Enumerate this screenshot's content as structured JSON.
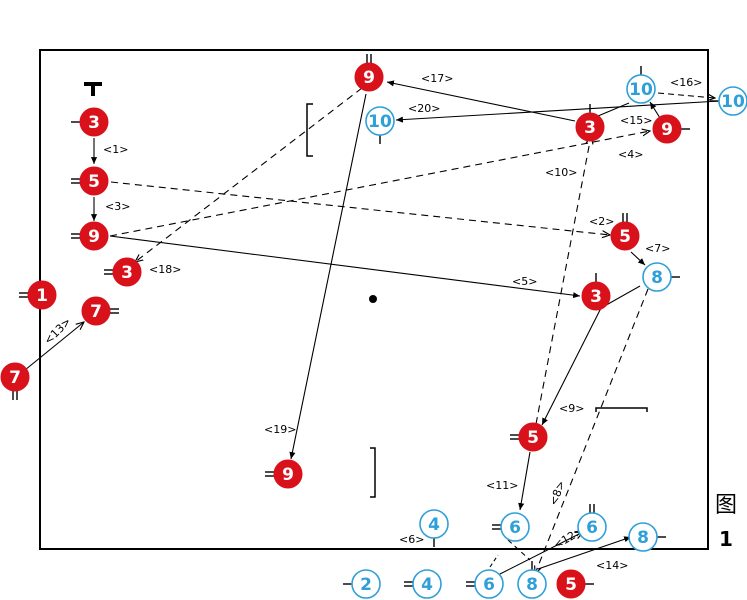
{
  "caption": {
    "char": "图",
    "number": "1"
  },
  "colors": {
    "red": "#d9111b",
    "blue": "#2f9fd8",
    "line": "#000000"
  },
  "players": {
    "r3a": {
      "label": "3",
      "team": "red"
    },
    "r5a": {
      "label": "5",
      "team": "red"
    },
    "r9a": {
      "label": "9",
      "team": "red"
    },
    "r3b": {
      "label": "3",
      "team": "red"
    },
    "r1": {
      "label": "1",
      "team": "red"
    },
    "r7a": {
      "label": "7",
      "team": "red"
    },
    "r7b": {
      "label": "7",
      "team": "red"
    },
    "r9top": {
      "label": "9",
      "team": "red"
    },
    "b10a": {
      "label": "10",
      "team": "blue"
    },
    "b10b": {
      "label": "10",
      "team": "blue"
    },
    "b10c": {
      "label": "10",
      "team": "blue"
    },
    "r3c": {
      "label": "3",
      "team": "red"
    },
    "r9b": {
      "label": "9",
      "team": "red"
    },
    "r5b": {
      "label": "5",
      "team": "red"
    },
    "b8a": {
      "label": "8",
      "team": "blue"
    },
    "r3d": {
      "label": "3",
      "team": "red"
    },
    "r5c": {
      "label": "5",
      "team": "red"
    },
    "r9c": {
      "label": "9",
      "team": "red"
    },
    "b4a": {
      "label": "4",
      "team": "blue"
    },
    "b4b": {
      "label": "4",
      "team": "blue"
    },
    "b6a": {
      "label": "6",
      "team": "blue"
    },
    "b6b": {
      "label": "6",
      "team": "blue"
    },
    "b6c": {
      "label": "6",
      "team": "blue"
    },
    "b8b": {
      "label": "8",
      "team": "blue"
    },
    "b8c": {
      "label": "8",
      "team": "blue"
    },
    "r5d": {
      "label": "5",
      "team": "red"
    },
    "b2": {
      "label": "2",
      "team": "blue"
    }
  },
  "labels": {
    "l1": "<1>",
    "l2": "<2>",
    "l3": "<3>",
    "l4": "<4>",
    "l5": "<5>",
    "l6": "<6>",
    "l7": "<7>",
    "l8": "<8>",
    "l9": "<9>",
    "l10": "<10>",
    "l11": "<11>",
    "l12": "<12>",
    "l13": "<13>",
    "l14": "<14>",
    "l15": "<15>",
    "l16": "<16>",
    "l17": "<17>",
    "l18": "<18>",
    "l19": "<19>",
    "l20": "<20>"
  }
}
